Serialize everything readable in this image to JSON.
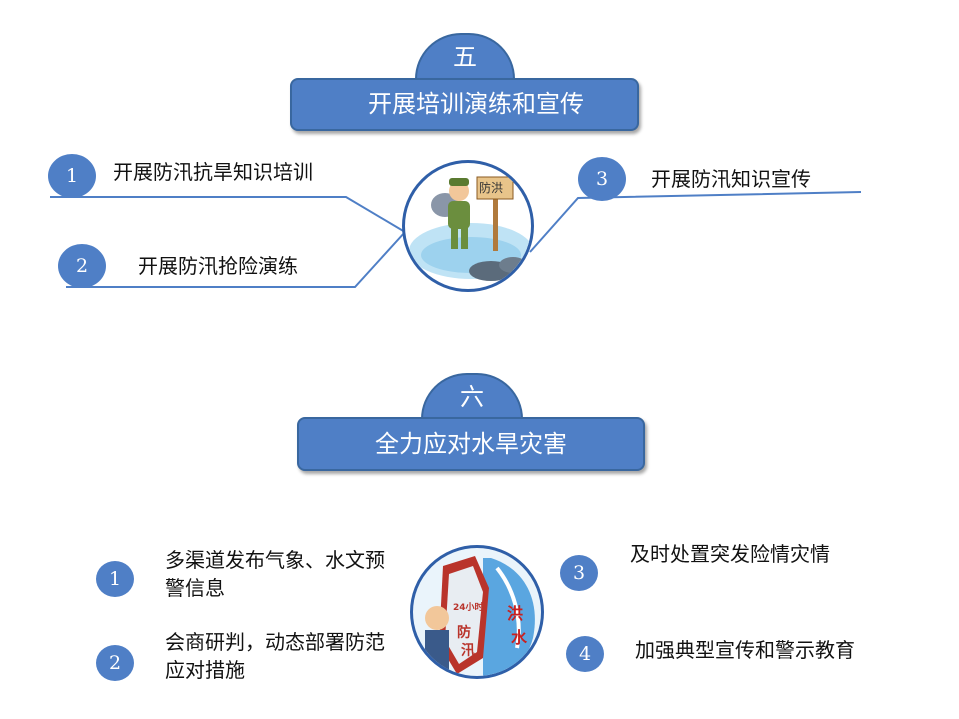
{
  "section5": {
    "number": "五",
    "title": "开展培训演练和宣传",
    "items": [
      {
        "num": "1",
        "text": "开展防汛抗旱知识培训"
      },
      {
        "num": "2",
        "text": "开展防汛抢险演练"
      },
      {
        "num": "3",
        "text": "开展防汛知识宣传"
      }
    ],
    "image_sign": "防洪"
  },
  "section6": {
    "number": "六",
    "title": "全力应对水旱灾害",
    "items": [
      {
        "num": "1",
        "text": "多渠道发布气象、水文预警信息"
      },
      {
        "num": "2",
        "text": "会商研判，动态部署防范应对措施"
      },
      {
        "num": "3",
        "text": "及时处置突发险情灾情"
      },
      {
        "num": "4",
        "text": "加强典型宣传和警示教育"
      }
    ],
    "image_text": [
      "防",
      "汛",
      "洪",
      "水",
      "24小时"
    ]
  },
  "colors": {
    "accent": "#4f7fc6",
    "accent_dark": "#39679f"
  }
}
